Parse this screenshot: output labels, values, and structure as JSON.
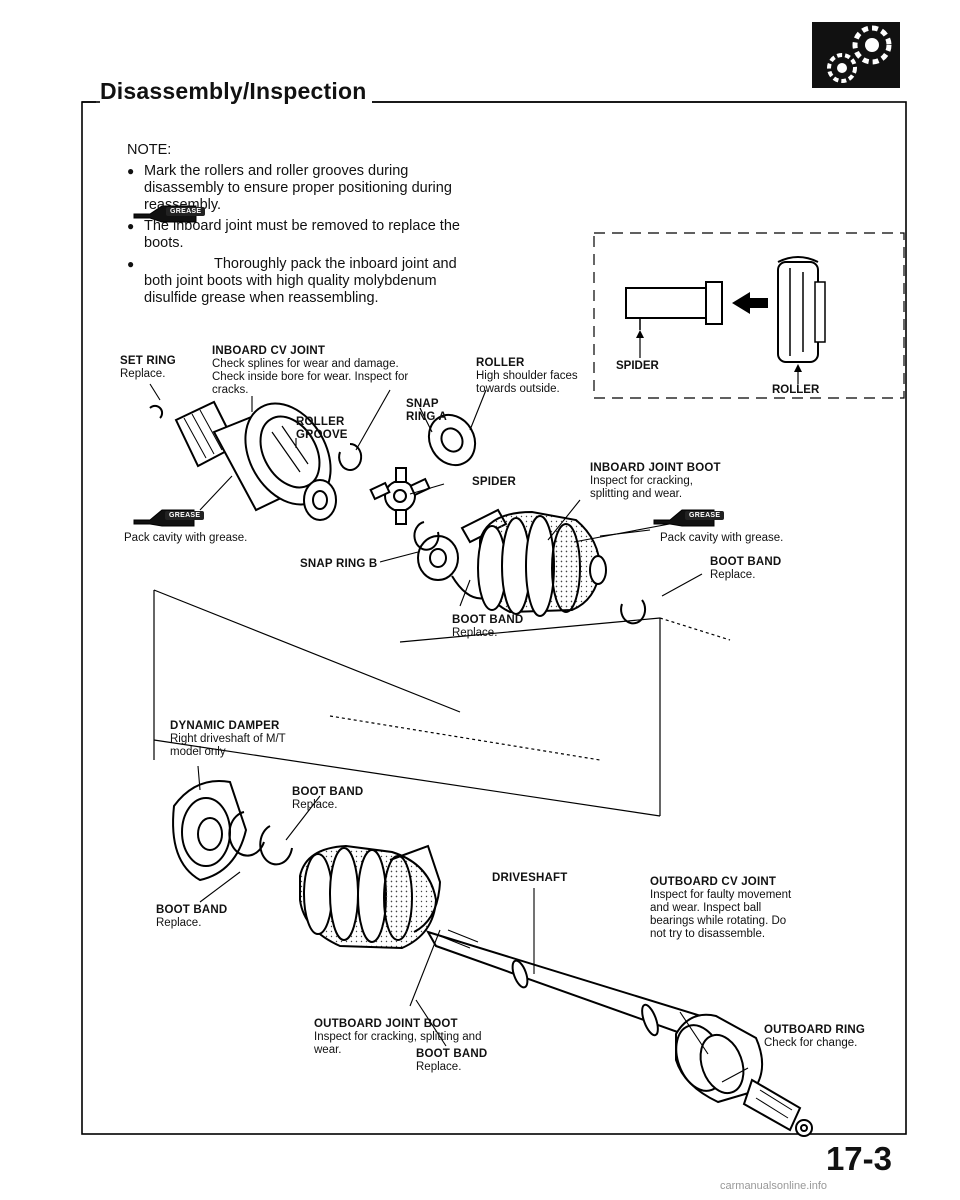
{
  "header": {
    "title": "Disassembly/Inspection",
    "icon": "gear-icon"
  },
  "note": {
    "heading": "NOTE:",
    "items": [
      "Mark the rollers and roller grooves during disassembly to ensure proper positioning during reassembly.",
      "The inboard joint must be removed to replace the boots.",
      "Thoroughly pack the inboard joint and both joint boots with high quality molybdenum disulfide grease when reassembling."
    ],
    "grease_badge": "GREASE"
  },
  "inset": {
    "spider_label": "SPIDER",
    "roller_label": "ROLLER"
  },
  "labels": {
    "set_ring": {
      "title": "SET RING",
      "desc": "Replace."
    },
    "inboard_cv_joint": {
      "title": "INBOARD CV JOINT",
      "desc": "Check splines for wear and damage. Check inside bore for wear. Inspect for cracks."
    },
    "roller_top": {
      "title": "ROLLER",
      "desc": "High shoulder faces towards outside."
    },
    "snap_ring_a": {
      "title": "SNAP RING A"
    },
    "roller_groove": {
      "title": "ROLLER GROOVE"
    },
    "spider": {
      "title": "SPIDER"
    },
    "inboard_joint_boot": {
      "title": "INBOARD JOINT BOOT",
      "desc": "Inspect for cracking, splitting and wear."
    },
    "pack_cavity_left": {
      "desc": "Pack cavity with grease."
    },
    "pack_cavity_right": {
      "desc": "Pack cavity with grease."
    },
    "snap_ring_b": {
      "title": "SNAP RING B"
    },
    "boot_band_right": {
      "title": "BOOT BAND",
      "desc": "Replace."
    },
    "boot_band_center": {
      "title": "BOOT BAND",
      "desc": "Replace."
    },
    "dynamic_damper": {
      "title": "DYNAMIC DAMPER",
      "desc": "Right driveshaft of M/T model only"
    },
    "boot_band_damper": {
      "title": "BOOT BAND",
      "desc": "Replace."
    },
    "boot_band_left": {
      "title": "BOOT BAND",
      "desc": "Replace."
    },
    "driveshaft": {
      "title": "DRIVESHAFT"
    },
    "outboard_cv_joint": {
      "title": "OUTBOARD CV JOINT",
      "desc": "Inspect for faulty movement and wear. Inspect ball bearings while rotating. Do not try to disassemble."
    },
    "outboard_joint_boot": {
      "title": "OUTBOARD JOINT BOOT",
      "desc": "Inspect for cracking, splitting and wear."
    },
    "outboard_ring": {
      "title": "OUTBOARD RING",
      "desc": "Check for change."
    },
    "boot_band_bottom": {
      "title": "BOOT BAND",
      "desc": "Replace."
    }
  },
  "page_number": "17-3",
  "footer": "carmanualsonline.info"
}
